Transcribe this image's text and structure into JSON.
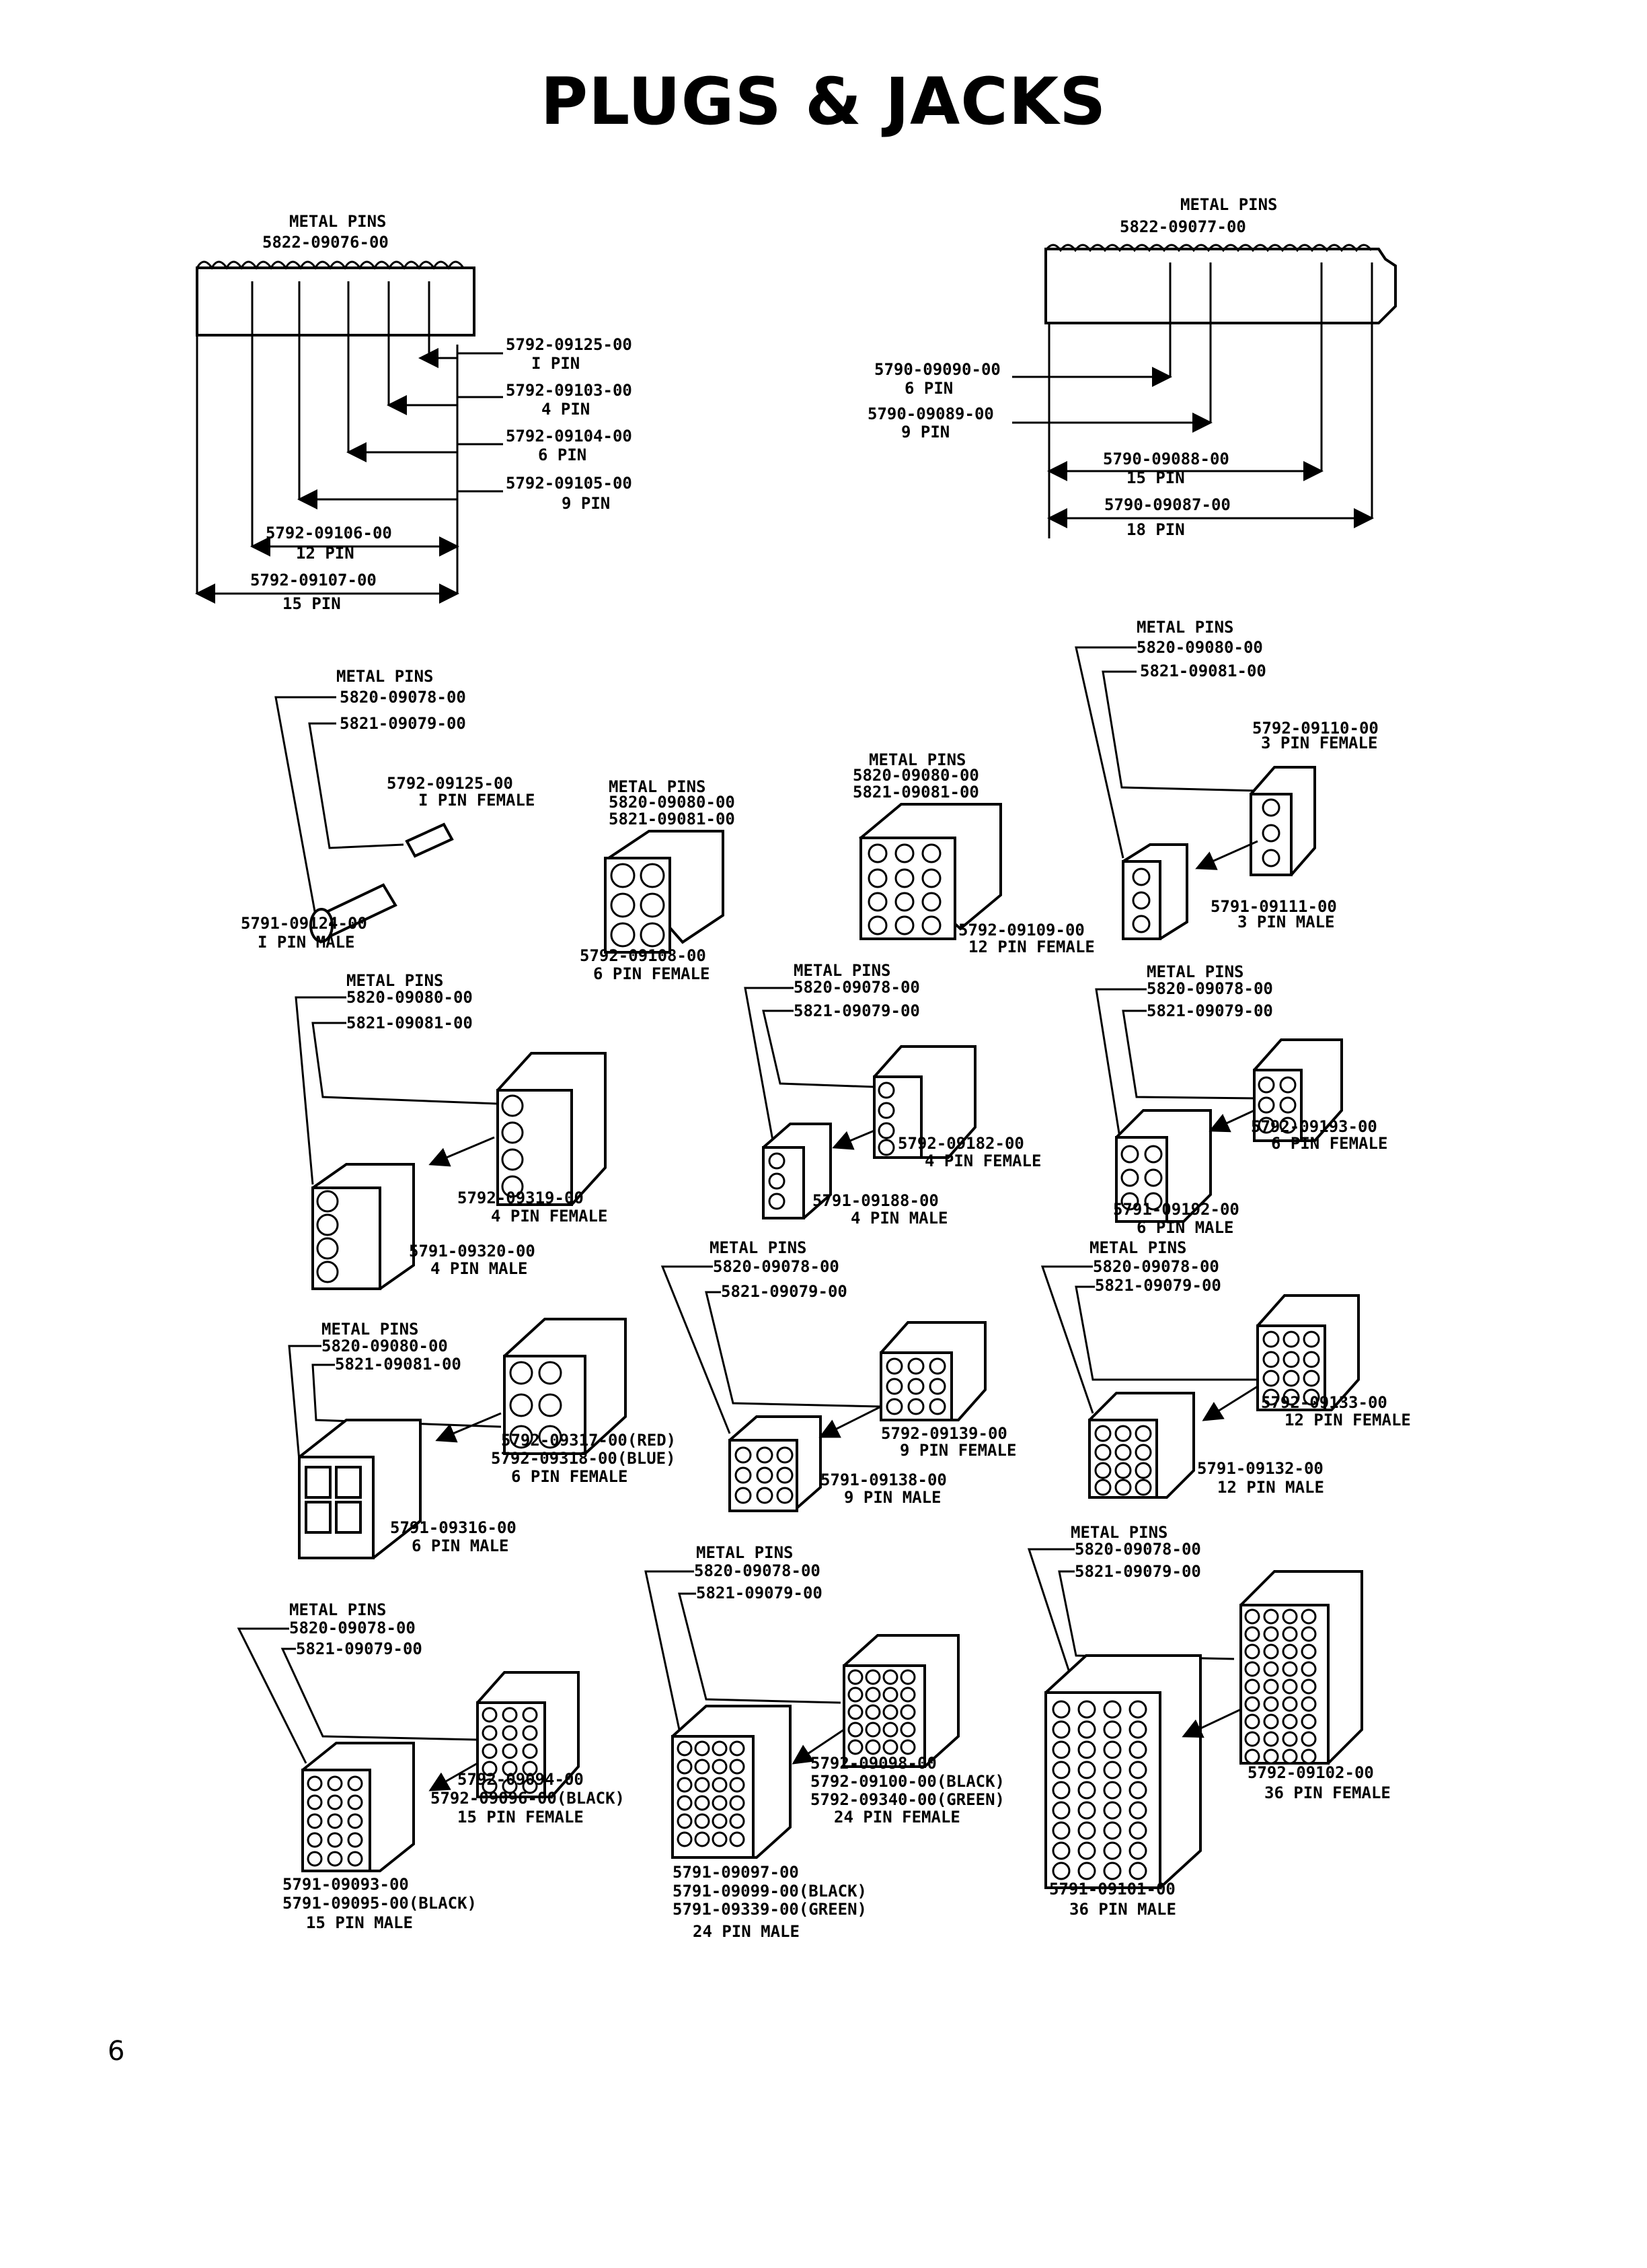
{
  "page": {
    "title": "PLUGS & JACKS",
    "page_number": "6"
  },
  "strips": [
    {
      "id": "strip-1",
      "metal_pins_label": "METAL PINS",
      "metal_pins_part": "5822-09076-00",
      "parts": [
        {
          "part": "5792-09125-00",
          "desc": "I PIN"
        },
        {
          "part": "5792-09103-00",
          "desc": "4 PIN"
        },
        {
          "part": "5792-09104-00",
          "desc": "6 PIN"
        },
        {
          "part": "5792-09105-00",
          "desc": "9 PIN"
        },
        {
          "part": "5792-09106-00",
          "desc": "12 PIN"
        },
        {
          "part": "5792-09107-00",
          "desc": "15 PIN"
        }
      ]
    },
    {
      "id": "strip-2",
      "metal_pins_label": "METAL PINS",
      "metal_pins_part": "5822-09077-00",
      "parts": [
        {
          "part": "5790-09090-00",
          "desc": "6 PIN"
        },
        {
          "part": "5790-09089-00",
          "desc": "9 PIN"
        },
        {
          "part": "5790-09088-00",
          "desc": "15 PIN"
        },
        {
          "part": "5790-09087-00",
          "desc": "18 PIN"
        }
      ]
    }
  ],
  "connectors": [
    {
      "id": "c1",
      "metal_pins_label": "METAL PINS",
      "pins_a": "5820-09078-00",
      "pins_b": "5821-09079-00",
      "female": [
        "5792-09125-00",
        "I PIN FEMALE"
      ],
      "male": [
        "5791-09124-00",
        "I PIN MALE"
      ]
    },
    {
      "id": "c2",
      "metal_pins_label": "METAL PINS",
      "pins_a": "5820-09080-00",
      "pins_b": "5821-09081-00",
      "female": [
        "5792-09108-00",
        "6 PIN FEMALE"
      ]
    },
    {
      "id": "c3",
      "metal_pins_label": "METAL PINS",
      "pins_a": "5820-09080-00",
      "pins_b": "5821-09081-00",
      "female": [
        "5792-09109-00",
        "12 PIN FEMALE"
      ]
    },
    {
      "id": "c4",
      "metal_pins_label": "METAL PINS",
      "pins_a": "5820-09080-00",
      "pins_b": "5821-09081-00",
      "female": [
        "5792-09110-00",
        "3 PIN FEMALE"
      ],
      "male": [
        "5791-09111-00",
        "3 PIN MALE"
      ]
    },
    {
      "id": "c5",
      "metal_pins_label": "METAL PINS",
      "pins_a": "5820-09080-00",
      "pins_b": "5821-09081-00",
      "female": [
        "5792-09319-00",
        "4 PIN FEMALE"
      ],
      "male": [
        "5791-09320-00",
        "4 PIN MALE"
      ]
    },
    {
      "id": "c6",
      "metal_pins_label": "METAL PINS",
      "pins_a": "5820-09078-00",
      "pins_b": "5821-09079-00",
      "female": [
        "5792-09182-00",
        "4 PIN FEMALE"
      ],
      "male": [
        "5791-09188-00",
        "4 PIN MALE"
      ]
    },
    {
      "id": "c7",
      "metal_pins_label": "METAL PINS",
      "pins_a": "5820-09078-00",
      "pins_b": "5821-09079-00",
      "female": [
        "5792-09193-00",
        "6 PIN FEMALE"
      ],
      "male": [
        "5791-09192-00",
        "6 PIN MALE"
      ]
    },
    {
      "id": "c8",
      "metal_pins_label": "METAL PINS",
      "pins_a": "5820-09080-00",
      "pins_b": "5821-09081-00",
      "female_lines": [
        "5792-09317-00(RED)",
        "5792-09318-00(BLUE)",
        "6 PIN FEMALE"
      ],
      "male": [
        "5791-09316-00",
        "6 PIN MALE"
      ]
    },
    {
      "id": "c9",
      "metal_pins_label": "METAL PINS",
      "pins_a": "5820-09078-00",
      "pins_b": "5821-09079-00",
      "female": [
        "5792-09139-00",
        "9 PIN FEMALE"
      ],
      "male": [
        "5791-09138-00",
        "9 PIN MALE"
      ]
    },
    {
      "id": "c10",
      "metal_pins_label": "METAL PINS",
      "pins_a": "5820-09078-00",
      "pins_b": "5821-09079-00",
      "female": [
        "5792-09133-00",
        "12 PIN FEMALE"
      ],
      "male": [
        "5791-09132-00",
        "12 PIN MALE"
      ]
    },
    {
      "id": "c11",
      "metal_pins_label": "METAL PINS",
      "pins_a": "5820-09078-00",
      "pins_b": "5821-09079-00",
      "female_lines": [
        "5792-09094-00",
        "5792-09096-00(BLACK)",
        "15 PIN FEMALE"
      ],
      "male_lines": [
        "5791-09093-00",
        "5791-09095-00(BLACK)",
        "15 PIN MALE"
      ]
    },
    {
      "id": "c12",
      "metal_pins_label": "METAL PINS",
      "pins_a": "5820-09078-00",
      "pins_b": "5821-09079-00",
      "female_lines": [
        "5792-09098-00",
        "5792-09100-00(BLACK)",
        "5792-09340-00(GREEN)",
        "24 PIN FEMALE"
      ],
      "male_lines": [
        "5791-09097-00",
        "5791-09099-00(BLACK)",
        "5791-09339-00(GREEN)",
        "24 PIN MALE"
      ]
    },
    {
      "id": "c13",
      "metal_pins_label": "METAL PINS",
      "pins_a": "5820-09078-00",
      "pins_b": "5821-09079-00",
      "female": [
        "5792-09102-00",
        "36 PIN FEMALE"
      ],
      "male": [
        "5791-09101-00",
        "36 PIN MALE"
      ]
    }
  ]
}
